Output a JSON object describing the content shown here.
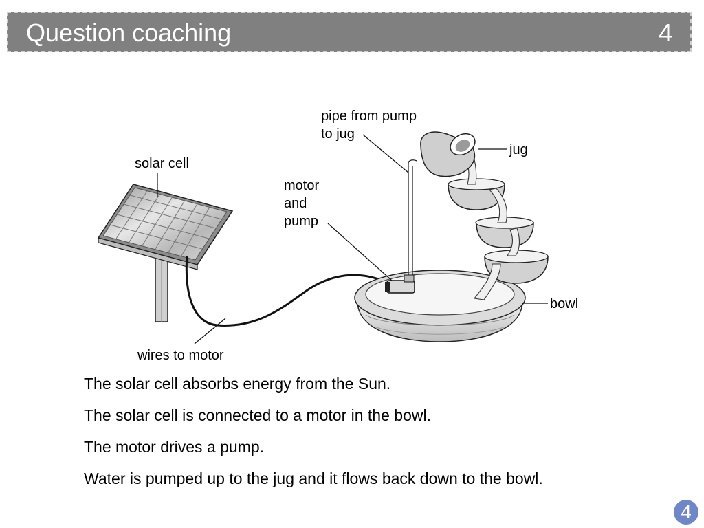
{
  "header": {
    "title": "Question coaching",
    "number": "4"
  },
  "diagram": {
    "labels": {
      "solar_cell": "solar cell",
      "wires": "wires to motor",
      "motor_pump_1": "motor",
      "motor_pump_2": "and",
      "motor_pump_3": "pump",
      "pipe_1": "pipe from pump",
      "pipe_2": "to jug",
      "jug": "jug",
      "bowl": "bowl"
    }
  },
  "body": {
    "lines": [
      "The solar cell absorbs energy from the Sun.",
      "The solar cell is connected to a motor in the bowl.",
      "The motor drives a pump.",
      "Water is pumped up to the jug and it flows back down to the bowl."
    ]
  },
  "footer": {
    "badge": "4",
    "badge_color": "#6f86c9"
  }
}
